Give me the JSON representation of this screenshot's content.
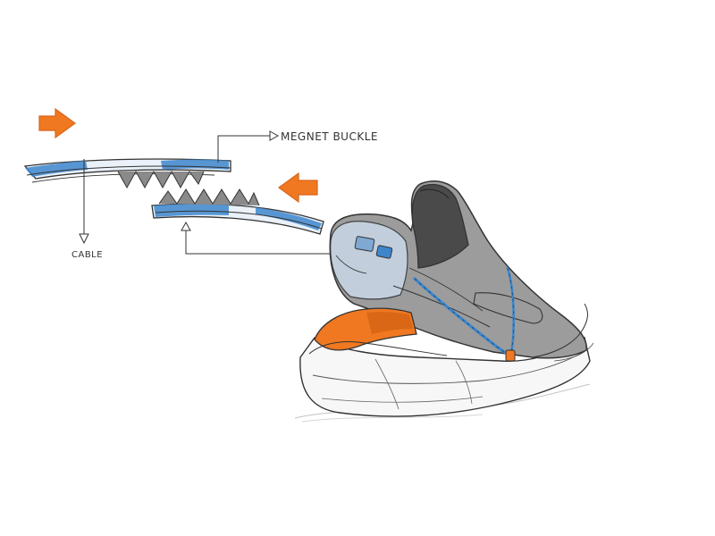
{
  "labels": {
    "buckle": "MEGNET BUCKLE",
    "cable": "CABLE"
  },
  "colors": {
    "accent_orange": "#f07820",
    "accent_blue": "#3d86cc",
    "shoe_grey": "#9c9c9c",
    "ink": "#333333"
  },
  "icons": {
    "arrows": "orange-block-arrow",
    "leaders": "open-triangle-arrowhead"
  }
}
